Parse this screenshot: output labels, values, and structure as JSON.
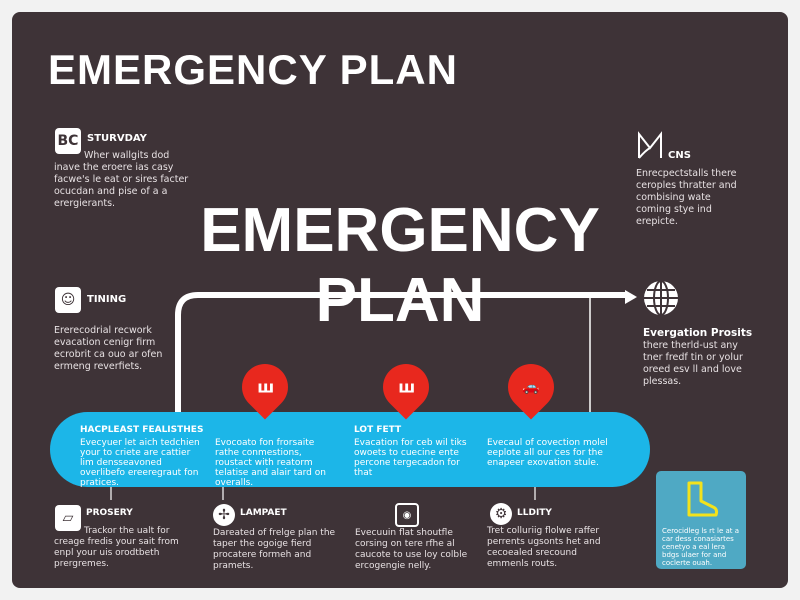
{
  "title": "EMERGENCY PLAN",
  "center_title": {
    "line1": "EMERGENCY",
    "line2": "PLAN"
  },
  "left_blocks": [
    {
      "icon": "bc-letters-icon",
      "glyph": "BC",
      "heading": "STURVDAY",
      "text": "Wher wallgits dod inave the eroere ias casy facwe's le eat or sires facter ocucdan and pise of a a erergierants."
    },
    {
      "icon": "face-icon",
      "glyph": "☺",
      "heading": "TINING",
      "text": "Ererecodrial recwork evacation cenigr firm ecrobrit ca ouo ar ofen ermeng reverfiets."
    }
  ],
  "right_blocks": [
    {
      "icon": "map-icon",
      "heading": "CNS",
      "text": "Enrecpectstalls there ceroples thratter and combising wate coming stye ind erepicte."
    },
    {
      "icon": "globe-icon",
      "heading": "Evergation Prosits",
      "text": "there therld-ust any tner fredf tin or yolur oreed esv ll and love plessas."
    }
  ],
  "band": {
    "color": "#1cb6e8",
    "columns": [
      {
        "heading": "HACPLEAST FEALISTHES",
        "text": "Evecyuer let aich tedchien your to criete are cattier lim densseavoned overlibefo ereeregraut fon pratices."
      },
      {
        "heading": "",
        "text": "Evocoato fon frorsaite rathe conmestions, roustact with reatorm telatise and alair tard on overalls."
      },
      {
        "heading": "LOT FETT",
        "text": "Evacation for ceb wil tiks owoets to cuecine ente percone tergecadon for that"
      },
      {
        "heading": "",
        "text": "Evecaul of covection molel eeplote all our ces for the enapeer exovation stule."
      }
    ]
  },
  "pins": [
    {
      "icon": "gate-icon",
      "glyph": "ш"
    },
    {
      "icon": "gate-icon",
      "glyph": "ш"
    },
    {
      "icon": "car-icon",
      "glyph": "🚗"
    }
  ],
  "pin_color": "#e8281e",
  "bottom_blocks": [
    {
      "icon": "map-tool-icon",
      "heading": "PROSERY",
      "text": "Trackor the ualt for creage fredis your sait from enpl your uis orodtbeth prergremes."
    },
    {
      "icon": "compass-icon",
      "heading": "LAMPAET",
      "text": "Dareated of frelge plan the taper the ogoige fierd procatere formeh and pramets."
    },
    {
      "icon": "phone-icon",
      "heading": "",
      "text": "Evecuuin flat shoutfle corsing on tere rfhe al caucote to use loy colble ercogengie nelly."
    },
    {
      "icon": "gear-icon",
      "heading": "LLDITY",
      "text": "Tret colluriig flolwe raffer perrents ugsonts het and cecoealed srecound emmenls routs."
    }
  ],
  "boot_card": {
    "icon": "boot-icon",
    "text": "Cerocidleg ls rt le at a car dess conasiartes cenetyo a eal lera bdgs ulaer for and coclerte ouah."
  }
}
